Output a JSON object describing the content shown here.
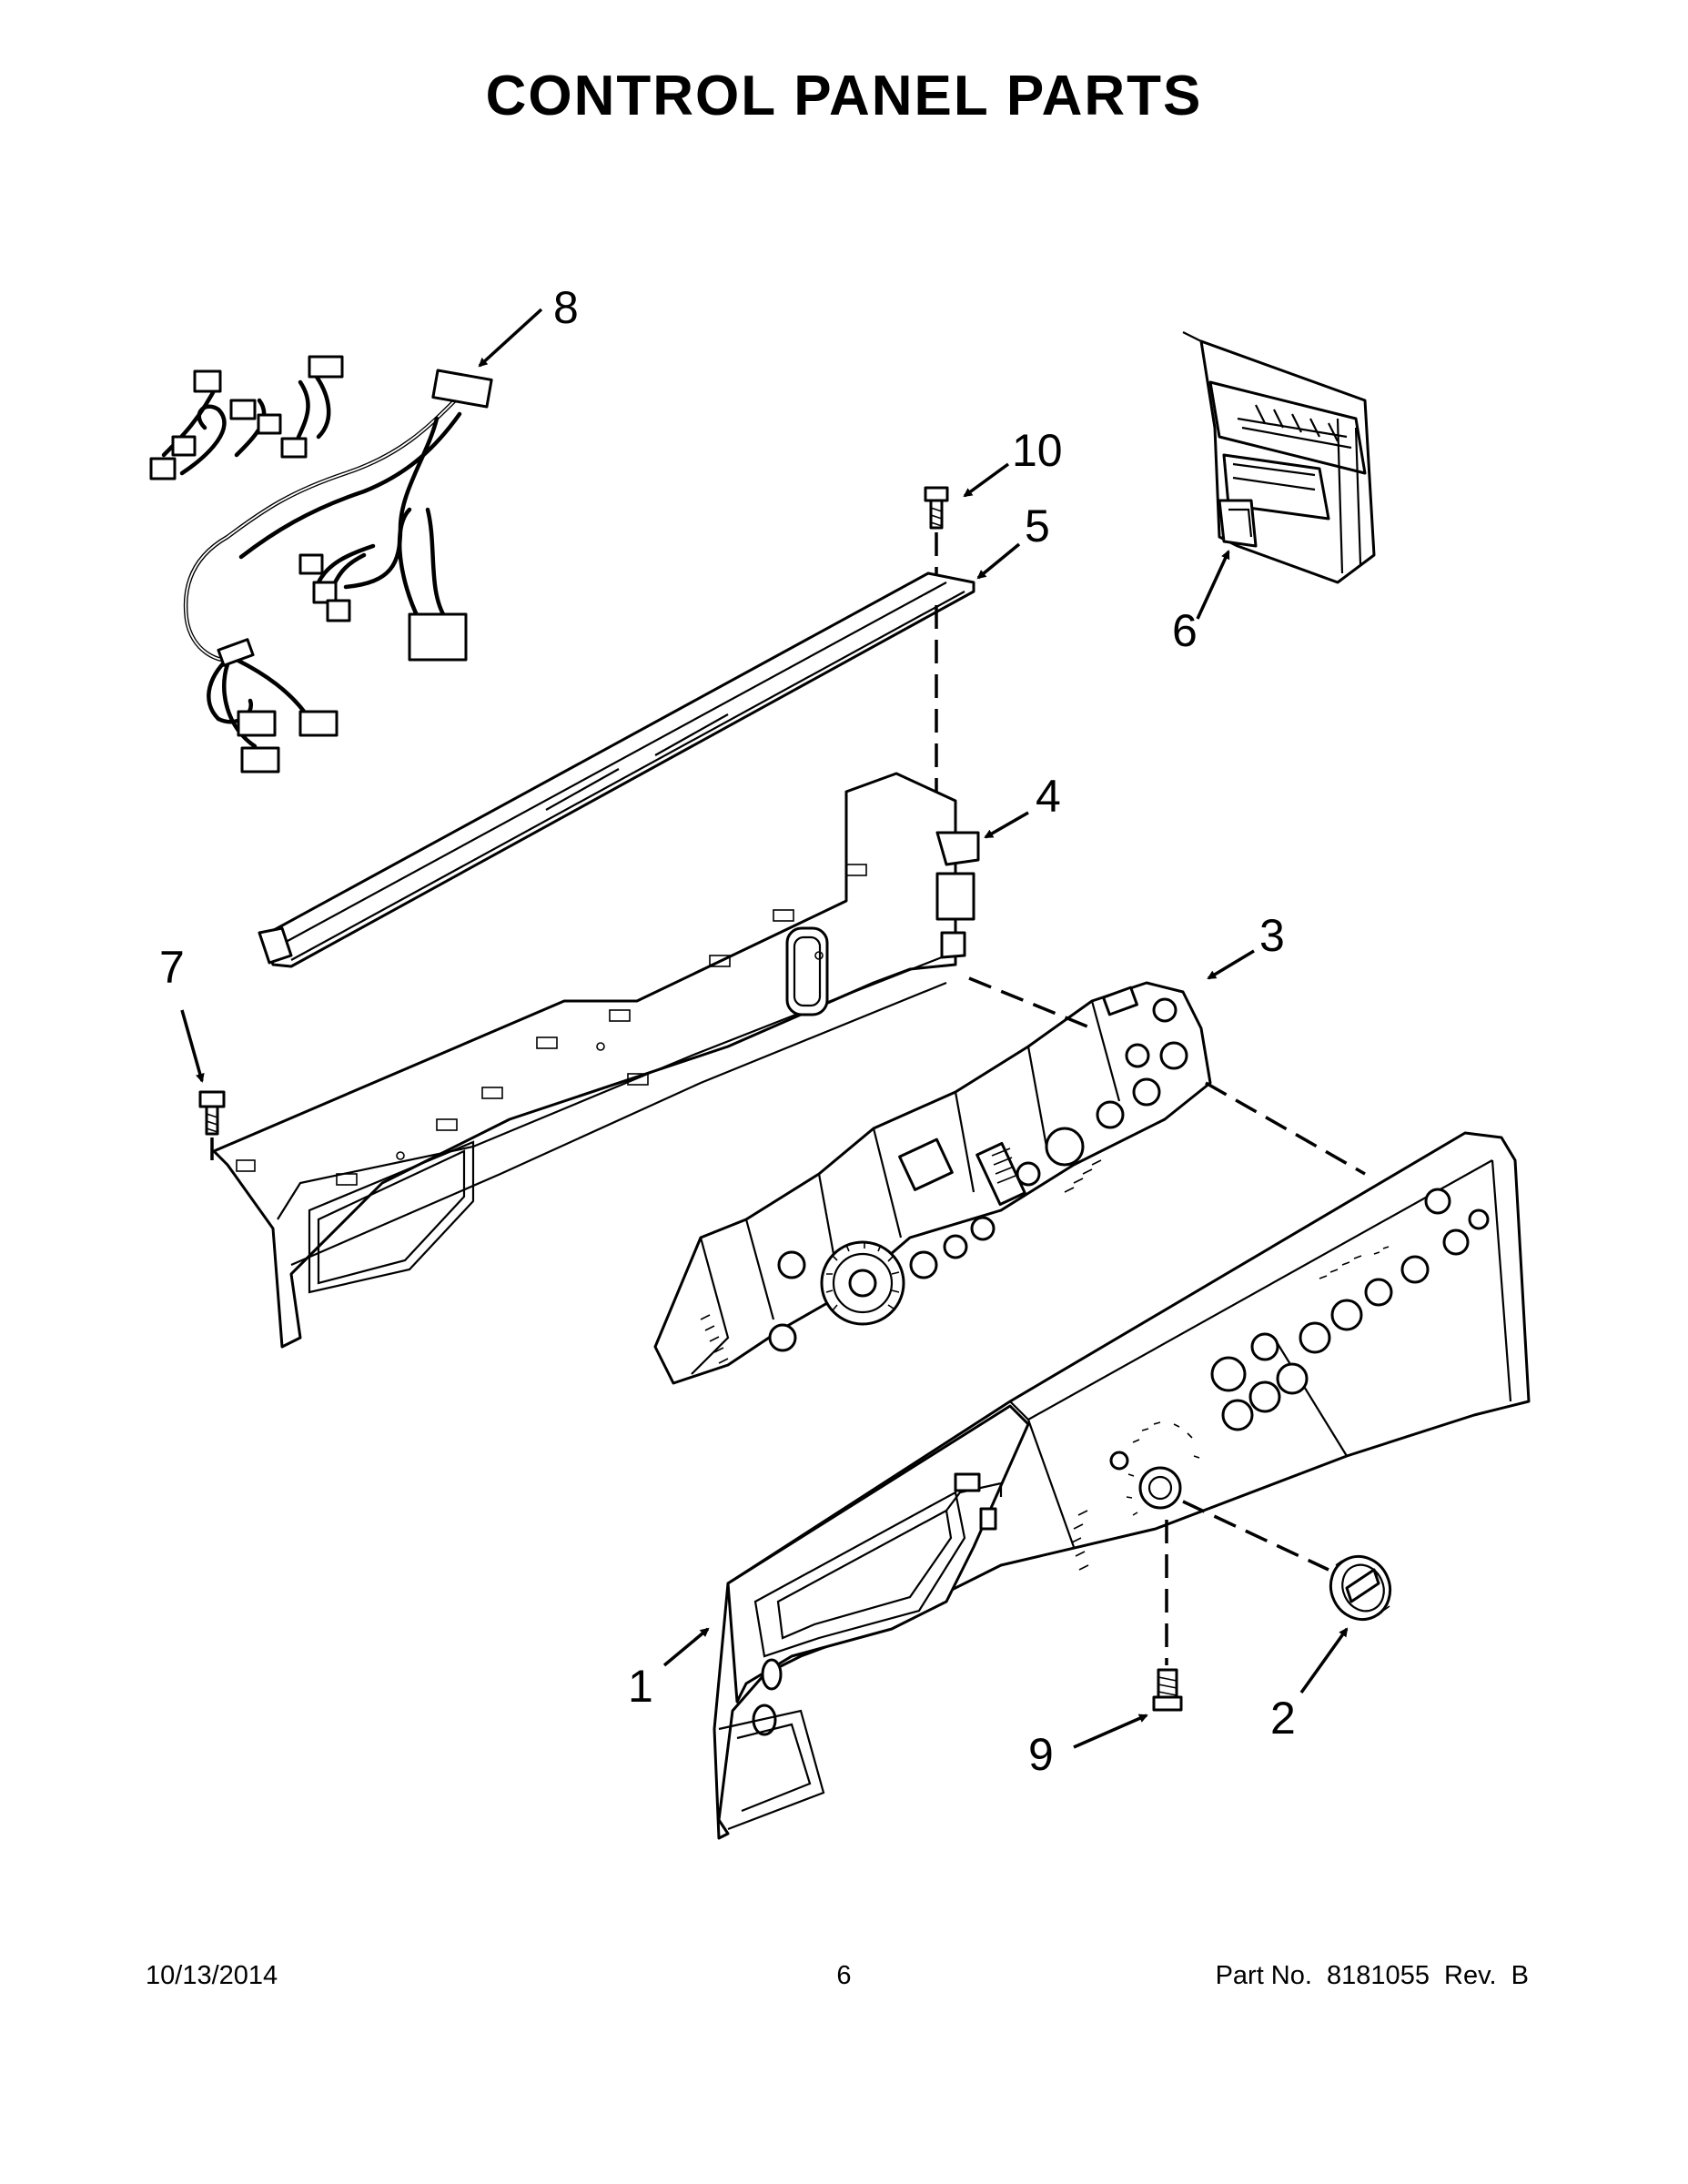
{
  "page": {
    "title": "CONTROL PANEL PARTS"
  },
  "footer": {
    "date": "10/13/2014",
    "page_number": "6",
    "part_no": "Part No.  8181055  Rev.  B"
  },
  "callouts": [
    {
      "id": "1",
      "label": "1"
    },
    {
      "id": "2",
      "label": "2"
    },
    {
      "id": "3",
      "label": "3"
    },
    {
      "id": "4",
      "label": "4"
    },
    {
      "id": "5",
      "label": "5"
    },
    {
      "id": "6",
      "label": "6"
    },
    {
      "id": "7",
      "label": "7"
    },
    {
      "id": "8",
      "label": "8"
    },
    {
      "id": "9",
      "label": "9"
    },
    {
      "id": "10",
      "label": "10"
    }
  ],
  "colors": {
    "ink": "#000000",
    "paper": "#ffffff"
  }
}
